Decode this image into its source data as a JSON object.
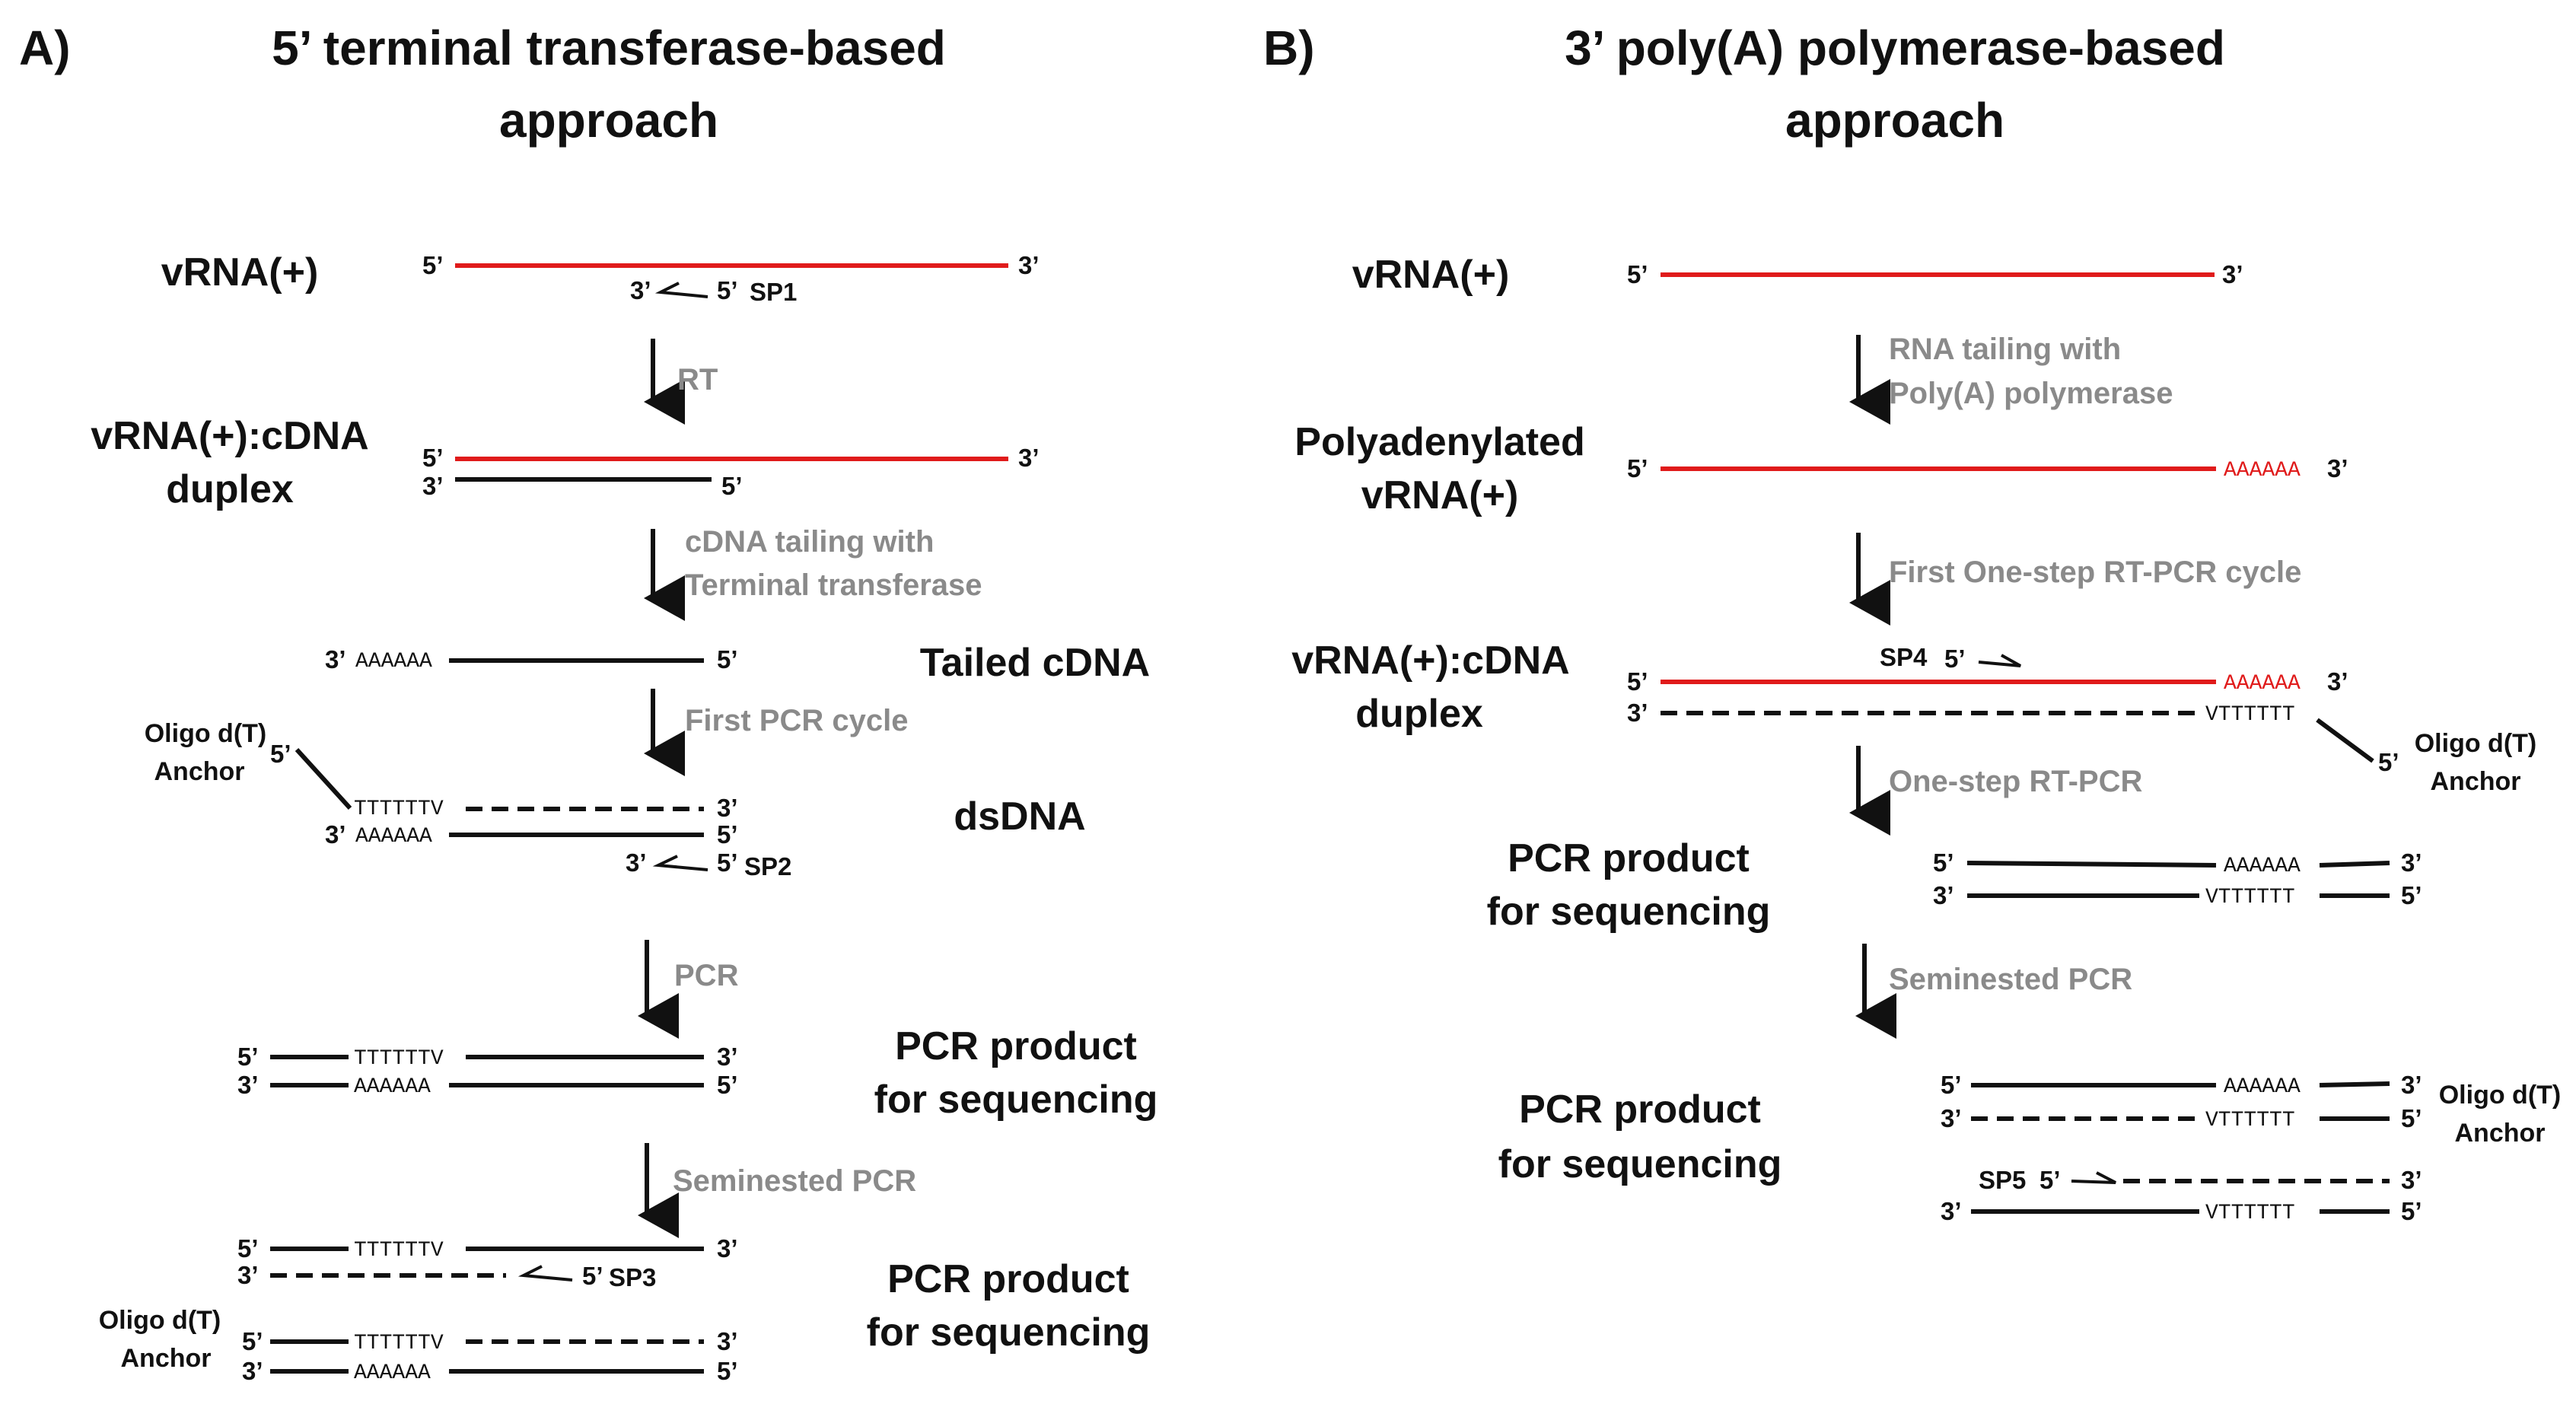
{
  "panel_a": {
    "letter": "A)",
    "title_line1": "5’ terminal transferase-based",
    "title_line2": "approach",
    "labels": {
      "vrna": "vRNA(+)",
      "duplex_1": "vRNA(+):cDNA",
      "duplex_2": "duplex",
      "tailed": "Tailed cDNA",
      "dsdna": "dsDNA",
      "pcr1_1": "PCR product",
      "pcr1_2": "for sequencing",
      "pcr2_1": "PCR product",
      "pcr2_2": "for sequencing",
      "anchor1_1": "Oligo d(T)",
      "anchor1_2": "Anchor",
      "anchor2_1": "Oligo d(T)",
      "anchor2_2": "Anchor"
    },
    "steps": {
      "rt": "RT",
      "tailing_1": "cDNA tailing with",
      "tailing_2": "Terminal transferase",
      "first_pcr": "First PCR cycle",
      "pcr": "PCR",
      "seminested": "Seminested PCR"
    },
    "primers": {
      "sp1": "SP1",
      "sp2": "SP2",
      "sp3": "SP3"
    }
  },
  "panel_b": {
    "letter": "B)",
    "title_line1": "3’ poly(A) polymerase-based",
    "title_line2": "approach",
    "labels": {
      "vrna": "vRNA(+)",
      "poly_1": "Polyadenylated",
      "poly_2": "vRNA(+)",
      "duplex_1": "vRNA(+):cDNA",
      "duplex_2": "duplex",
      "pcr1_1": "PCR product",
      "pcr1_2": "for sequencing",
      "pcr2_1": "PCR product",
      "pcr2_2": "for sequencing",
      "anchor1_1": "Oligo d(T)",
      "anchor1_2": "Anchor",
      "anchor2_1": "Oligo d(T)",
      "anchor2_2": "Anchor"
    },
    "steps": {
      "tailing_1": "RNA tailing with",
      "tailing_2": "Poly(A) polymerase",
      "first_rtpcr": "First One-step RT-PCR cycle",
      "rtpcr": "One-step RT-PCR",
      "seminested": "Seminested PCR"
    },
    "primers": {
      "sp4": "SP4",
      "sp5": "SP5"
    }
  },
  "ends": {
    "five": "5’",
    "three": "3’"
  },
  "sequences": {
    "poly_a": "AAAAAA",
    "oligo_t": "TTTTTTV",
    "oligo_t_rev": "VTTTTTT"
  },
  "colors": {
    "rna": "#e01b1b",
    "dna": "#111111",
    "step_text": "#8a8a8a"
  }
}
